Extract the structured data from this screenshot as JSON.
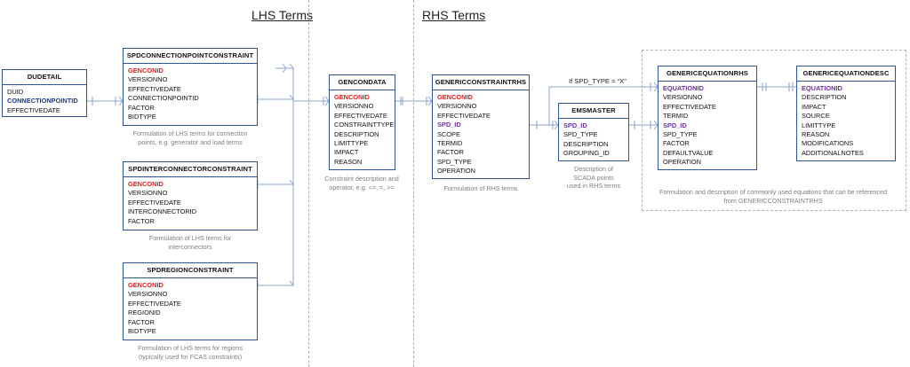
{
  "sections": {
    "lhs": "LHS Terms",
    "rhs": "RHS Terms"
  },
  "entities": {
    "dudetail": {
      "title": "DUDETAIL",
      "fields": [
        "DUID",
        "CONNECTIONPOINTID",
        "EFFECTIVEDATE"
      ]
    },
    "spdconnectionpointconstraint": {
      "title": "SPDCONNECTIONPOINTCONSTRAINT",
      "fields": [
        "GENCONID",
        "VERSIONNO",
        "EFFECTIVEDATE",
        "CONNECTIONPOINTID",
        "FACTOR",
        "BIDTYPE"
      ]
    },
    "spdinterconnectorconstraint": {
      "title": "SPDINTERCONNECTORCONSTRAINT",
      "fields": [
        "GENCONID",
        "VERSIONNO",
        "EFFECTIVEDATE",
        "INTERCONNECTORID",
        "FACTOR"
      ]
    },
    "spdregionconstraint": {
      "title": "SPDREGIONCONSTRAINT",
      "fields": [
        "GENCONID",
        "VERSIONNO",
        "EFFECTIVEDATE",
        "REGIONID",
        "FACTOR",
        "BIDTYPE"
      ]
    },
    "gencondata": {
      "title": "GENCONDATA",
      "fields": [
        "GENCONID",
        "VERSIONNO",
        "EFFECTIVEDATE",
        "CONSTRAINTTYPE",
        "DESCRIPTION",
        "LIMITTYPE",
        "IMPACT",
        "REASON"
      ]
    },
    "genericconstraintrhs": {
      "title": "GENERICCONSTRAINTRHS",
      "fields": [
        "GENCONID",
        "VERSIONNO",
        "EFFECTIVEDATE",
        "SPD_ID",
        "SCOPE",
        "TERMID",
        "FACTOR",
        "SPD_TYPE",
        "OPERATION"
      ]
    },
    "emsmaster": {
      "title": "EMSMASTER",
      "fields": [
        "SPD_ID",
        "SPD_TYPE",
        "DESCRIPTION",
        "GROUPING_ID"
      ]
    },
    "genericequationrhs": {
      "title": "GENERICEQUATIONRHS",
      "fields": [
        "EQUATIONID",
        "VERSIONNO",
        "EFFECTIVEDATE",
        "TERMID",
        "SPD_ID",
        "SPD_TYPE",
        "FACTOR",
        "DEFAULTVALUE",
        "OPERATION"
      ]
    },
    "genericequationdesc": {
      "title": "GENERICEQUATIONDESC",
      "fields": [
        "EQUATIONID",
        "DESCRIPTION",
        "IMPACT",
        "SOURCE",
        "LIMITTYPE",
        "REASON",
        "MODIFICATIONS",
        "ADDITIONALNOTES"
      ]
    }
  },
  "captions": {
    "connectionpoint": [
      "Formulation of LHS terms for connection",
      "points, e.g. generator and load terms"
    ],
    "interconnector": [
      "Formulation of LHS terms for",
      "interconnectors"
    ],
    "region": [
      "Formulation of LHS terms for regions",
      "(typically used for FCAS constraints)"
    ],
    "gencondata": [
      "Constraint description and",
      "operator, e.g. <=, =, >="
    ],
    "rhs": [
      "Formulation of RHS terms"
    ],
    "emsmaster": [
      "Description of",
      "SCADA points",
      "used in RHS terms"
    ],
    "equations": [
      "Formulation and description of commonly used equations that can be referenced",
      "from GENERICCONSTRAINTRHS"
    ]
  },
  "condition_label": "If SPD_TYPE = “X”",
  "colors": {
    "entity_border": "#2f5597",
    "primary_key": "#e02020",
    "equation_key": "#7030a0",
    "link_key": "#1f3a8a",
    "divider": "#f0a050"
  }
}
